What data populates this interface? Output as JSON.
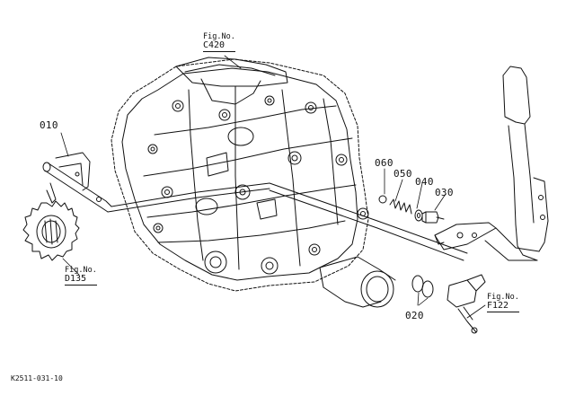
{
  "callouts": {
    "p010": "010",
    "p020": "020",
    "p030": "030",
    "p040": "040",
    "p050": "050",
    "p060": "060"
  },
  "figure_refs": {
    "c420": {
      "label": "Fig.No.",
      "code": "C420"
    },
    "d135": {
      "label": "Fig.No.",
      "code": "D135"
    },
    "f122": {
      "label": "Fig.No.",
      "code": "F122"
    }
  },
  "drawing_ref": "K2511-031-10",
  "colors": {
    "ink": "#111111",
    "paper": "#ffffff"
  }
}
